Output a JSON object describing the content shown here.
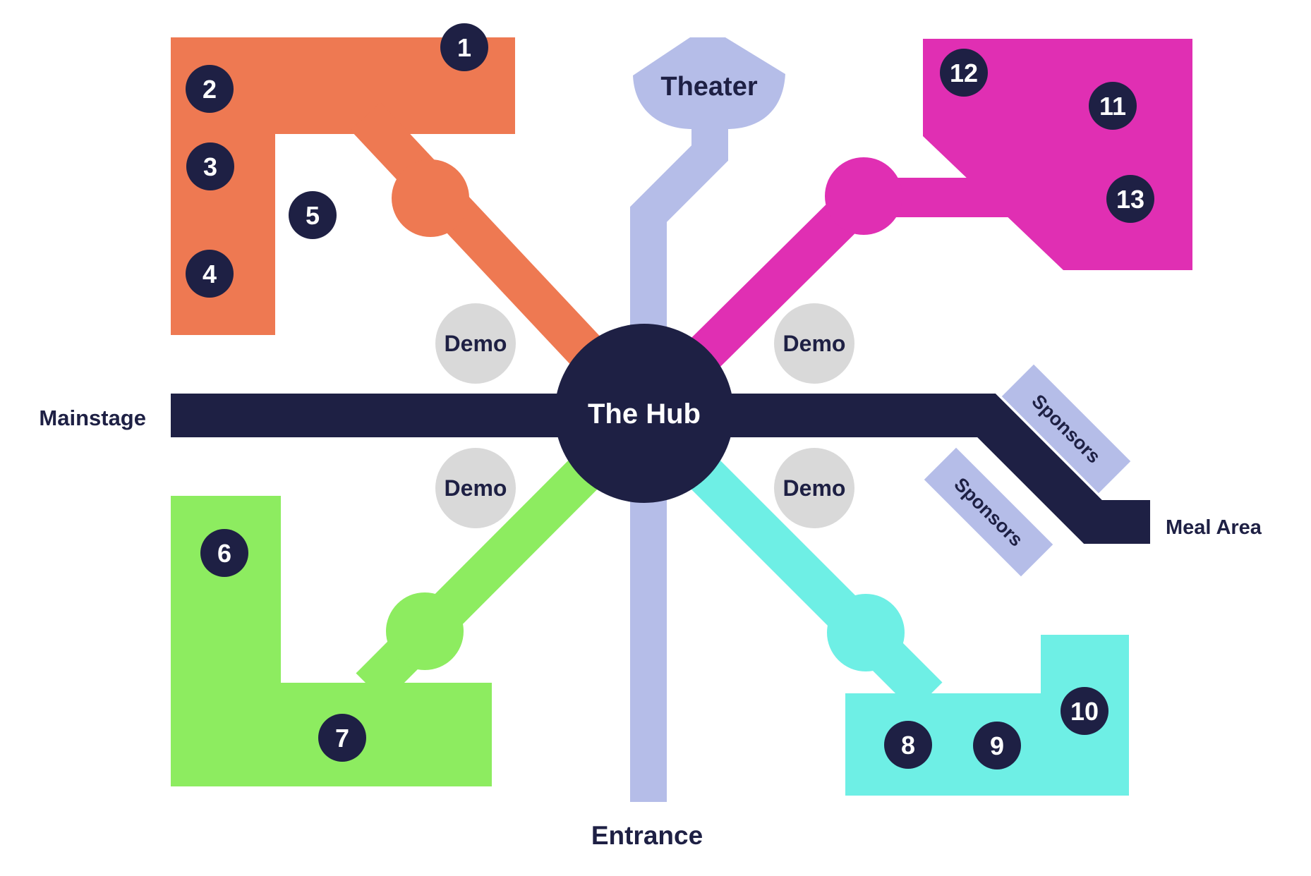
{
  "hub": {
    "label": "The Hub"
  },
  "endpoints": {
    "mainstage": "Mainstage",
    "meal_area": "Meal Area",
    "theater": "Theater",
    "entrance": "Entrance"
  },
  "booths": {
    "demo": "Demo",
    "sponsors": "Sponsors"
  },
  "stations": [
    {
      "number": "1"
    },
    {
      "number": "2"
    },
    {
      "number": "3"
    },
    {
      "number": "4"
    },
    {
      "number": "5"
    },
    {
      "number": "6"
    },
    {
      "number": "7"
    },
    {
      "number": "8"
    },
    {
      "number": "9"
    },
    {
      "number": "10"
    },
    {
      "number": "11"
    },
    {
      "number": "12"
    },
    {
      "number": "13"
    }
  ],
  "zones": {
    "northwest": {
      "color": "#ee7952",
      "stations": [
        "1",
        "2",
        "3",
        "4",
        "5"
      ]
    },
    "northeast": {
      "color": "#e02fb3",
      "stations": [
        "11",
        "12",
        "13"
      ]
    },
    "southwest": {
      "color": "#8dec60",
      "stations": [
        "6",
        "7"
      ]
    },
    "southeast": {
      "color": "#6eefe5",
      "stations": [
        "8",
        "9",
        "10"
      ]
    }
  },
  "colors": {
    "navy": "#1e2044",
    "lavender": "#b5bde8",
    "demo_gray": "#d9d9d9",
    "background": "#ffffff"
  }
}
